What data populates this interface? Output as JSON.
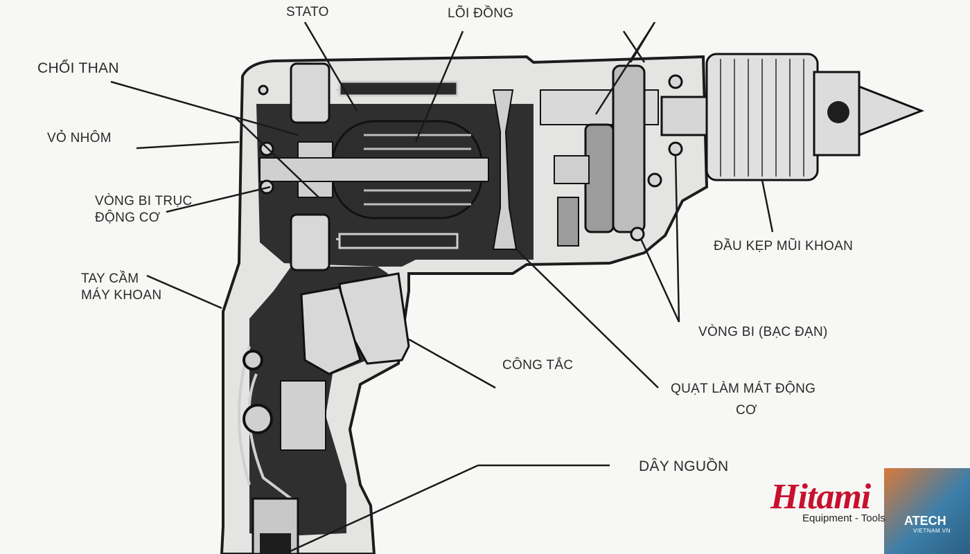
{
  "labels": {
    "stato": "STATO",
    "loi_dong": "LÕI ĐỒNG",
    "choi_than": "CHỔI THAN",
    "vo_nhom": "VỎ NHÔM",
    "vong_bi_truc_1": "VÒNG BI TRỤC",
    "vong_bi_truc_2": "ĐỘNG CƠ",
    "tay_cam_1": "TAY CẦM",
    "tay_cam_2": "MÁY KHOAN",
    "cong_tac": "CÔNG TẮC",
    "quat_1": "QUẠT LÀM MÁT ĐỘNG",
    "quat_2": "CƠ",
    "day_nguon": "DÂY NGUỒN",
    "vong_bi_bac_dan": "VÒNG BI (BẠC ĐẠN)",
    "dau_kep": "ĐẦU KẸP MŨI KHOAN"
  },
  "logo": {
    "brand": "Hitami",
    "tagline": "Equipment - Tools",
    "partner": "ATECH",
    "partner_sub": "VIETNAM.VN"
  },
  "colors": {
    "brand_red": "#c8102e",
    "metal_dark": "#2b2b2b",
    "metal_light": "#d6d6d6"
  }
}
